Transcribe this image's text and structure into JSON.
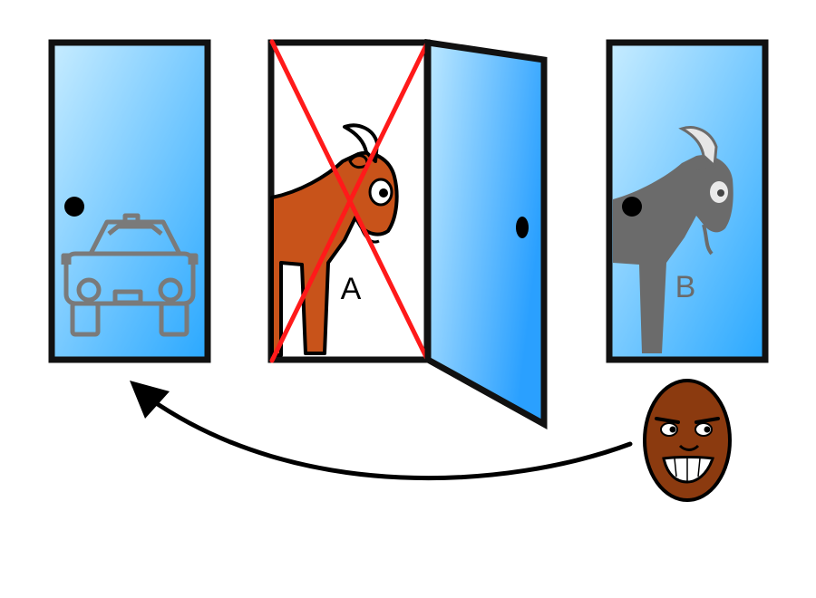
{
  "colors": {
    "door_light": "#c7ecff",
    "door_dark": "#2aa8ff",
    "outline": "#111111",
    "goat_open": "#c8531a",
    "goat_hidden": "#6b6b6b",
    "car_hidden": "#7a7a7a",
    "cross": "#ff1a1a",
    "face": "#8b3a0f",
    "arrow": "#000000"
  },
  "doors": [
    {
      "id": "left",
      "state": "closed",
      "hidden_content": "car",
      "label": ""
    },
    {
      "id": "middle",
      "state": "open",
      "content": "goat",
      "label": "A",
      "eliminated": true
    },
    {
      "id": "right",
      "state": "closed",
      "hidden_content": "goat",
      "label": "B"
    }
  ],
  "arrow": {
    "from": "host-face",
    "to": "left-door",
    "icon": "curved-arrow-icon"
  },
  "host": {
    "icon": "smiling-face-icon"
  }
}
